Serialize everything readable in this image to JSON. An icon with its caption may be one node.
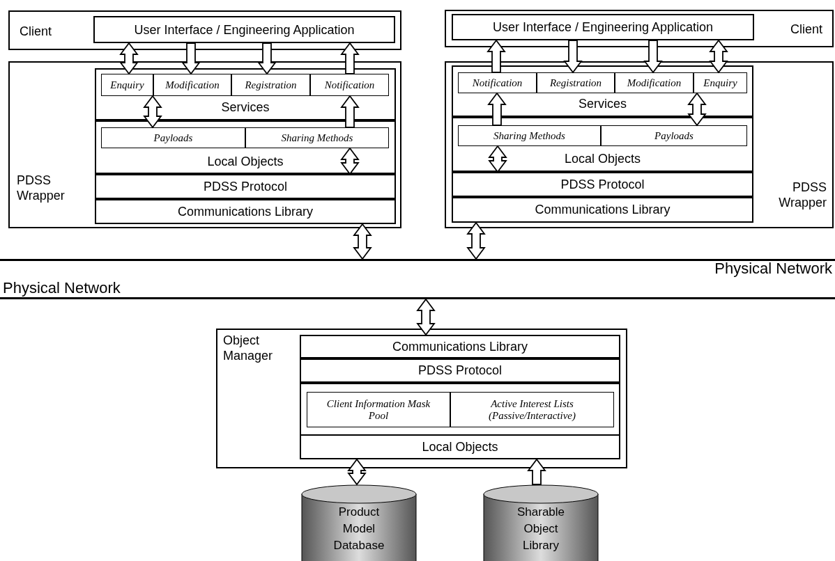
{
  "diagram": {
    "nodes": [
      {
        "text": [
          "Client"
        ]
      },
      {
        "text": [
          "User Interface / Engineering Application"
        ],
        "in": 0
      },
      {
        "text": [
          "PDSS Wrapper"
        ]
      },
      {
        "text": [
          "Services"
        ],
        "in": 2
      },
      {
        "text": [
          "Enquiry"
        ],
        "in": 3
      },
      {
        "text": [
          "Modification"
        ],
        "in": 3
      },
      {
        "text": [
          "Registration"
        ],
        "in": 3
      },
      {
        "text": [
          "Notification"
        ],
        "in": 3
      },
      {
        "text": [
          "Local Objects"
        ],
        "in": 2
      },
      {
        "text": [
          "Payloads"
        ],
        "in": 8
      },
      {
        "text": [
          "Sharing Methods"
        ],
        "in": 8
      },
      {
        "text": [
          "PDSS Protocol"
        ],
        "in": 2
      },
      {
        "text": [
          "Communications Library"
        ],
        "in": 2
      },
      {
        "text": [
          "Client"
        ]
      },
      {
        "text": [
          "User Interface / Engineering Application"
        ],
        "in": 13
      },
      {
        "text": [
          "PDSS Wrapper"
        ]
      },
      {
        "text": [
          "Services"
        ],
        "in": 15
      },
      {
        "text": [
          "Notification"
        ],
        "in": 16
      },
      {
        "text": [
          "Registration"
        ],
        "in": 16
      },
      {
        "text": [
          "Modification"
        ],
        "in": 16
      },
      {
        "text": [
          "Enquiry"
        ],
        "in": 16
      },
      {
        "text": [
          "Local Objects"
        ],
        "in": 15
      },
      {
        "text": [
          "Sharing Methods"
        ],
        "in": 21
      },
      {
        "text": [
          "Payloads"
        ],
        "in": 21
      },
      {
        "text": [
          "PDSS Protocol"
        ],
        "in": 15
      },
      {
        "text": [
          "Communications Library"
        ],
        "in": 15
      },
      {
        "text": [
          "Physical Network",
          "Physical Network"
        ]
      },
      {
        "text": [
          "Object Manager"
        ]
      },
      {
        "text": [
          "Communications Library"
        ],
        "in": 27
      },
      {
        "text": [
          "PDSS Protocol"
        ],
        "in": 27
      },
      {
        "text": [
          "Client Information Mask Pool"
        ],
        "in": 27
      },
      {
        "text": [
          "Active Interest Lists (Passive/Interactive)"
        ],
        "in": 27
      },
      {
        "text": [
          "Local Objects"
        ],
        "in": 27
      },
      {
        "text": [
          "Product Model Database"
        ]
      },
      {
        "text": [
          "Sharable Object Library"
        ]
      }
    ],
    "edges": [
      {
        "from": 1,
        "to": 4,
        "arrow": "both"
      },
      {
        "from": 1,
        "to": 5,
        "arrow": "to"
      },
      {
        "from": 1,
        "to": 6,
        "arrow": "to"
      },
      {
        "from": 7,
        "to": 1,
        "arrow": "to"
      },
      {
        "from": 4,
        "to": 9,
        "arrow": "both"
      },
      {
        "from": 10,
        "to": 7,
        "arrow": "to"
      },
      {
        "from": 10,
        "to": 11,
        "arrow": "both"
      },
      {
        "from": 17,
        "to": 14,
        "arrow": "to"
      },
      {
        "from": 14,
        "to": 18,
        "arrow": "to"
      },
      {
        "from": 14,
        "to": 19,
        "arrow": "to"
      },
      {
        "from": 14,
        "to": 20,
        "arrow": "both"
      },
      {
        "from": 22,
        "to": 17,
        "arrow": "to"
      },
      {
        "from": 20,
        "to": 23,
        "arrow": "both"
      },
      {
        "from": 22,
        "to": 24,
        "arrow": "both"
      },
      {
        "from": 12,
        "to": 26,
        "arrow": "both"
      },
      {
        "from": 25,
        "to": 26,
        "arrow": "both"
      },
      {
        "from": 26,
        "to": 28,
        "arrow": "both"
      },
      {
        "from": 32,
        "to": 33,
        "arrow": "both"
      },
      {
        "from": 34,
        "to": 32,
        "arrow": "to"
      }
    ]
  }
}
